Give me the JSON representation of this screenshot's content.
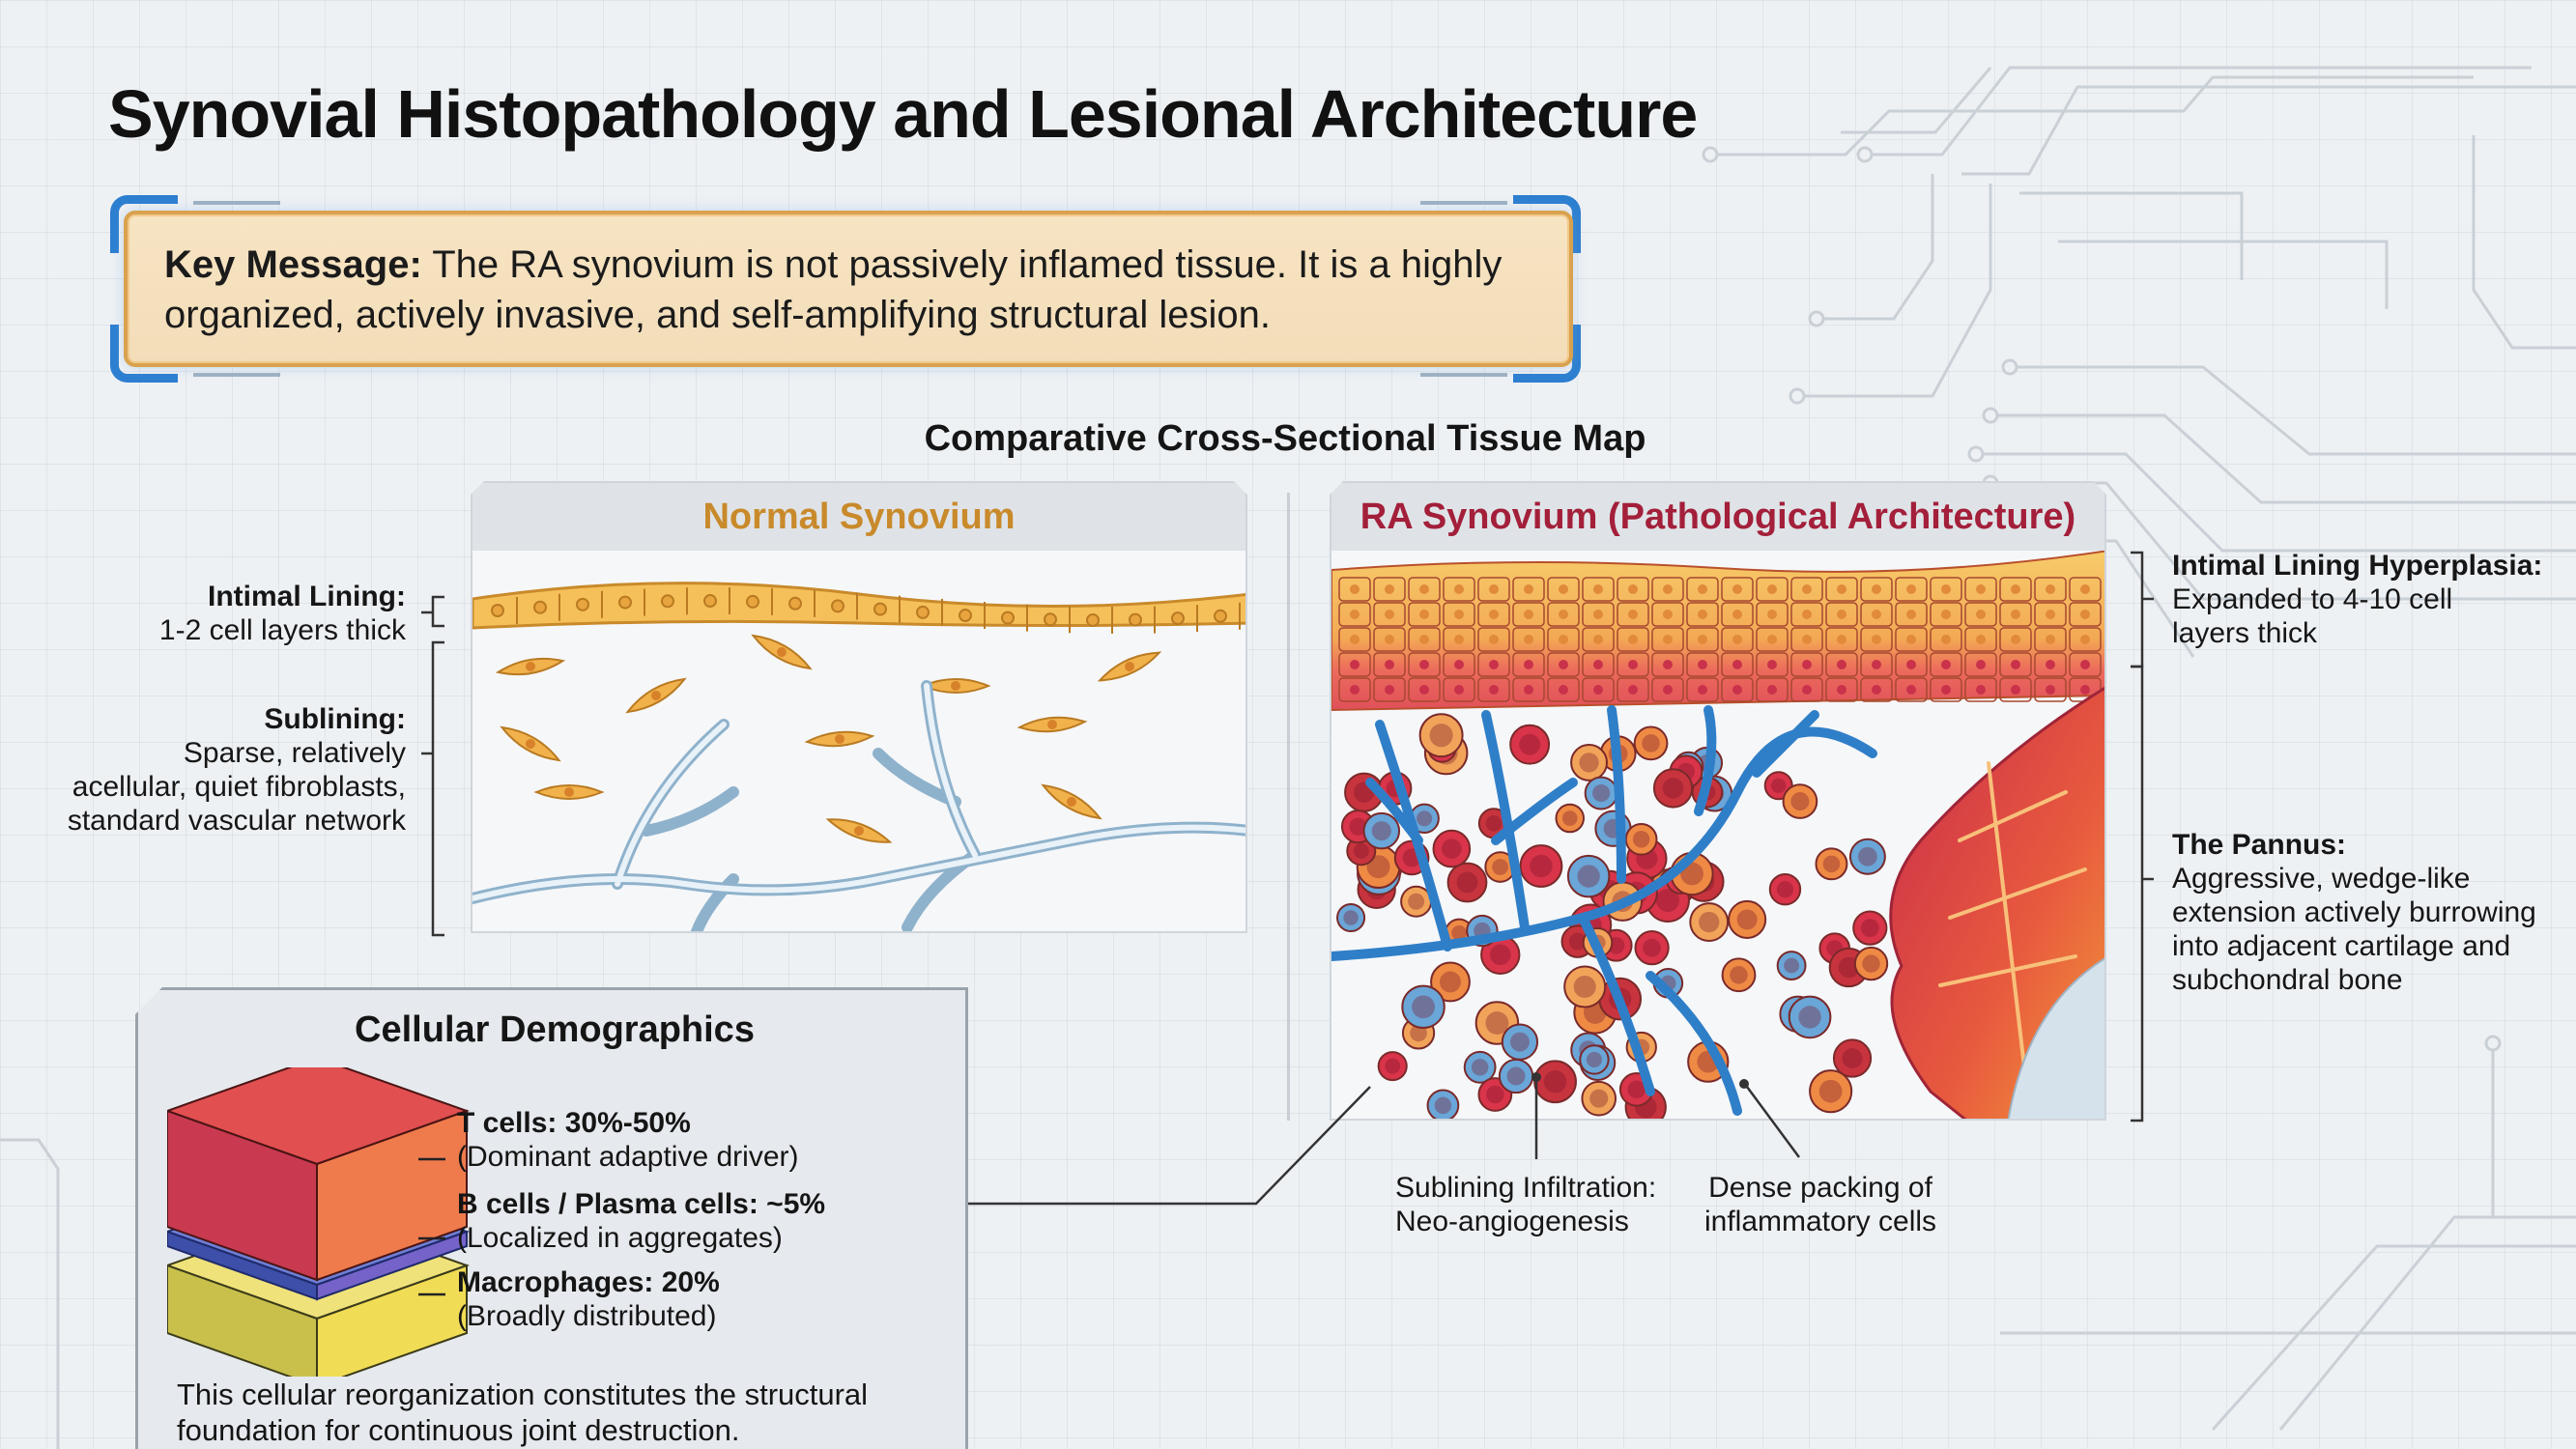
{
  "title": "Synovial Histopathology and Lesional Architecture",
  "key_message": {
    "label": "Key Message:",
    "text": " The RA synovium is not passively inflamed tissue. It is a highly organized, actively invasive, and self-amplifying structural lesion."
  },
  "comparison": {
    "title": "Comparative Cross-Sectional Tissue Map",
    "normal": {
      "heading": "Normal Synovium",
      "heading_color": "#c98a2b",
      "annotations": {
        "intimal_title": "Intimal Lining:",
        "intimal_text": "1-2 cell layers thick",
        "sublining_title": "Sublining:",
        "sublining_lines": [
          "Sparse, relatively",
          "acellular, quiet fibroblasts,",
          "standard vascular network"
        ]
      }
    },
    "ra": {
      "heading": "RA Synovium (Pathological Architecture)",
      "heading_color": "#a31f3a",
      "annotations": {
        "hyperplasia_title": "Intimal Lining Hyperplasia:",
        "hyperplasia_lines": [
          "Expanded to 4-10 cell",
          "layers thick"
        ],
        "pannus_title": "The Pannus:",
        "pannus_lines": [
          "Aggressive, wedge-like",
          "extension actively burrowing",
          "into adjacent cartilage and",
          "subchondral bone"
        ],
        "infiltration_lines": [
          "Sublining Infiltration:",
          "Neo-angiogenesis"
        ],
        "dense_lines": [
          "Dense packing of",
          "inflammatory cells"
        ]
      }
    }
  },
  "demographics": {
    "title": "Cellular Demographics",
    "layers": [
      {
        "name": "T cells",
        "value": "30%-50%",
        "label": "T cells: 30%-50%",
        "note": "(Dominant adaptive driver)",
        "color": "#e0504a"
      },
      {
        "name": "B cells / Plasma cells",
        "value": "~5%",
        "label": "B cells / Plasma cells: ~5%",
        "note": "(Localized in aggregates)",
        "color": "#4a5fb8"
      },
      {
        "name": "Macrophages",
        "value": "20%",
        "label": "Macrophages: 20%",
        "note": "(Broadly distributed)",
        "color": "#e8d84e"
      }
    ],
    "footer": "This cellular reorganization constitutes the structural foundation for continuous joint destruction."
  }
}
